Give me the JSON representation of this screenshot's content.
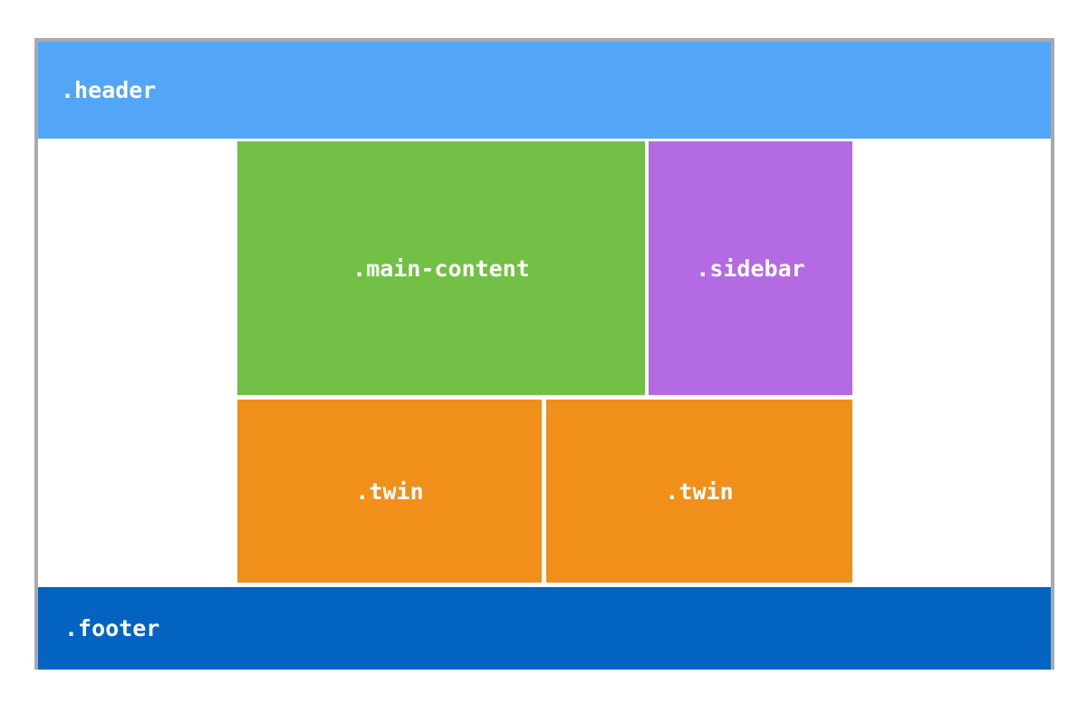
{
  "colors": {
    "header": "#53a6f7",
    "footer": "#0263c1",
    "main_content": "#72c045",
    "sidebar": "#b36ae3",
    "twin": "#f0901b",
    "frame_border": "#a9a9a9"
  },
  "header": {
    "label": ".header"
  },
  "main_content": {
    "label": ".main-content"
  },
  "sidebar": {
    "label": ".sidebar"
  },
  "twins": [
    {
      "label": ".twin"
    },
    {
      "label": ".twin"
    }
  ],
  "footer": {
    "label": ".footer"
  }
}
